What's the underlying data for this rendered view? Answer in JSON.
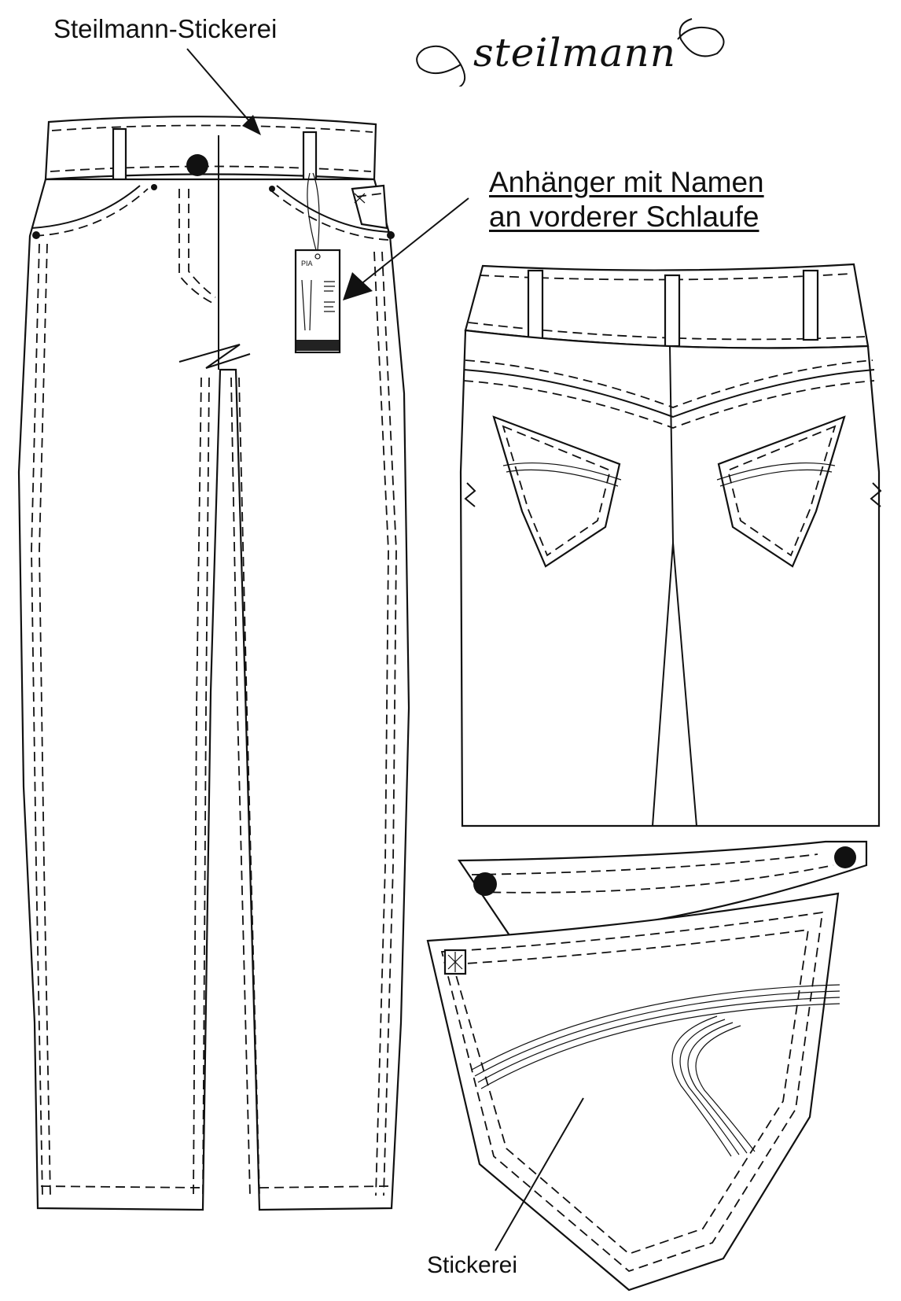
{
  "labels": {
    "embroidery_top": "Steilmann-Stickerei",
    "tag_line1": "Anhänger mit Namen",
    "tag_line2": "an vorderer Schlaufe",
    "embroidery_bottom": "Stickerei"
  },
  "brand": {
    "name": "steilmann"
  },
  "hang_tag": {
    "name": "PIA"
  },
  "colors": {
    "ink": "#111111",
    "paper": "#ffffff"
  }
}
